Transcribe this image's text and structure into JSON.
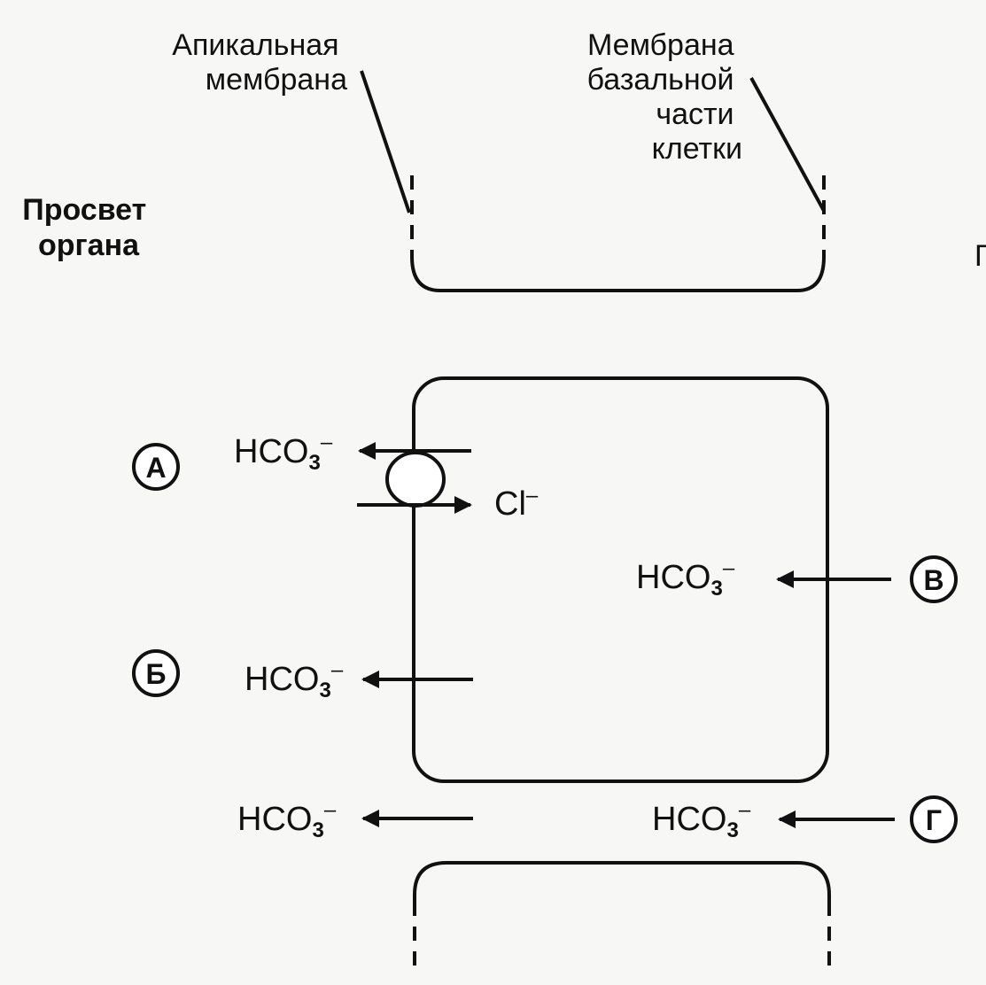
{
  "labels": {
    "apical_membrane": [
      "Апикальная",
      "мембрана"
    ],
    "basal_membrane": [
      "Мембрана",
      "базальной",
      "части",
      "клетки"
    ],
    "lumen": [
      "Просвет",
      "органа"
    ],
    "edge_fragment": "Г"
  },
  "ions": {
    "bicarbonate": {
      "base": "HCO",
      "subscript": "3",
      "superscript": "–"
    },
    "chloride": {
      "base": "Cl",
      "superscript": "–"
    }
  },
  "pathways": [
    {
      "letter": "А"
    },
    {
      "letter": "Б"
    },
    {
      "letter": "В"
    },
    {
      "letter": "Г"
    }
  ],
  "colors": {
    "ink": "#111111",
    "paper": "#f7f7f6"
  }
}
